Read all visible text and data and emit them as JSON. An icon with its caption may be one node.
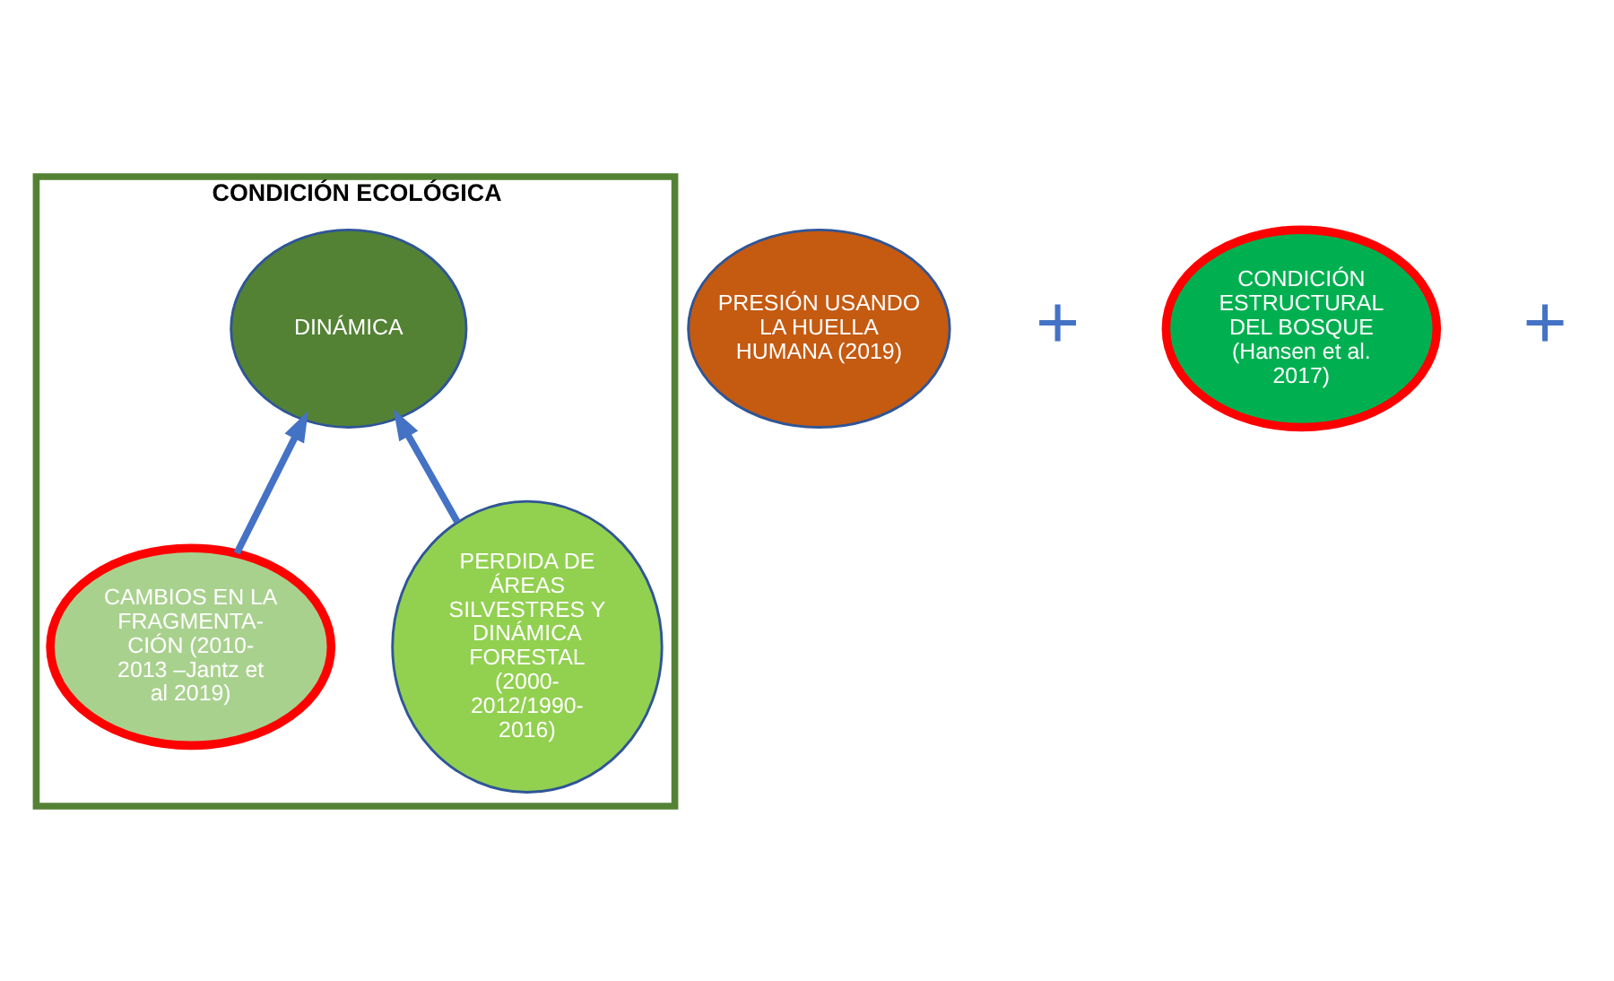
{
  "diagram": {
    "nodes": [
      {
        "text": [
          "CONDICIÓN ECOLÓGICA"
        ]
      },
      {
        "text": [
          "PRESIÓN USANDO LA HUELLA HUMANA (2019)"
        ]
      },
      {
        "text": [
          "DINÁMICA"
        ],
        "in": 0
      },
      {
        "text": [
          "CONDICIÓN ESTRUCTURAL DEL BOSQUE (Hansen et al. 2017)"
        ]
      },
      {
        "text": [
          "CAMBIOS EN LA FRAGMENTA- CIÓN (2010- 2013 –Jantz et al 2019)"
        ],
        "in": 0
      },
      {
        "text": [
          "PERDIDA DE ÁREAS SILVESTRES Y DINÁMICA FORESTAL (2000- 2012/1990- 2016)"
        ],
        "in": 0
      }
    ],
    "edges": [
      {
        "from": 4,
        "to": 2,
        "arrow": "to"
      },
      {
        "from": 5,
        "to": 2,
        "arrow": "to"
      }
    ],
    "labels": [
      "+",
      "+"
    ]
  }
}
